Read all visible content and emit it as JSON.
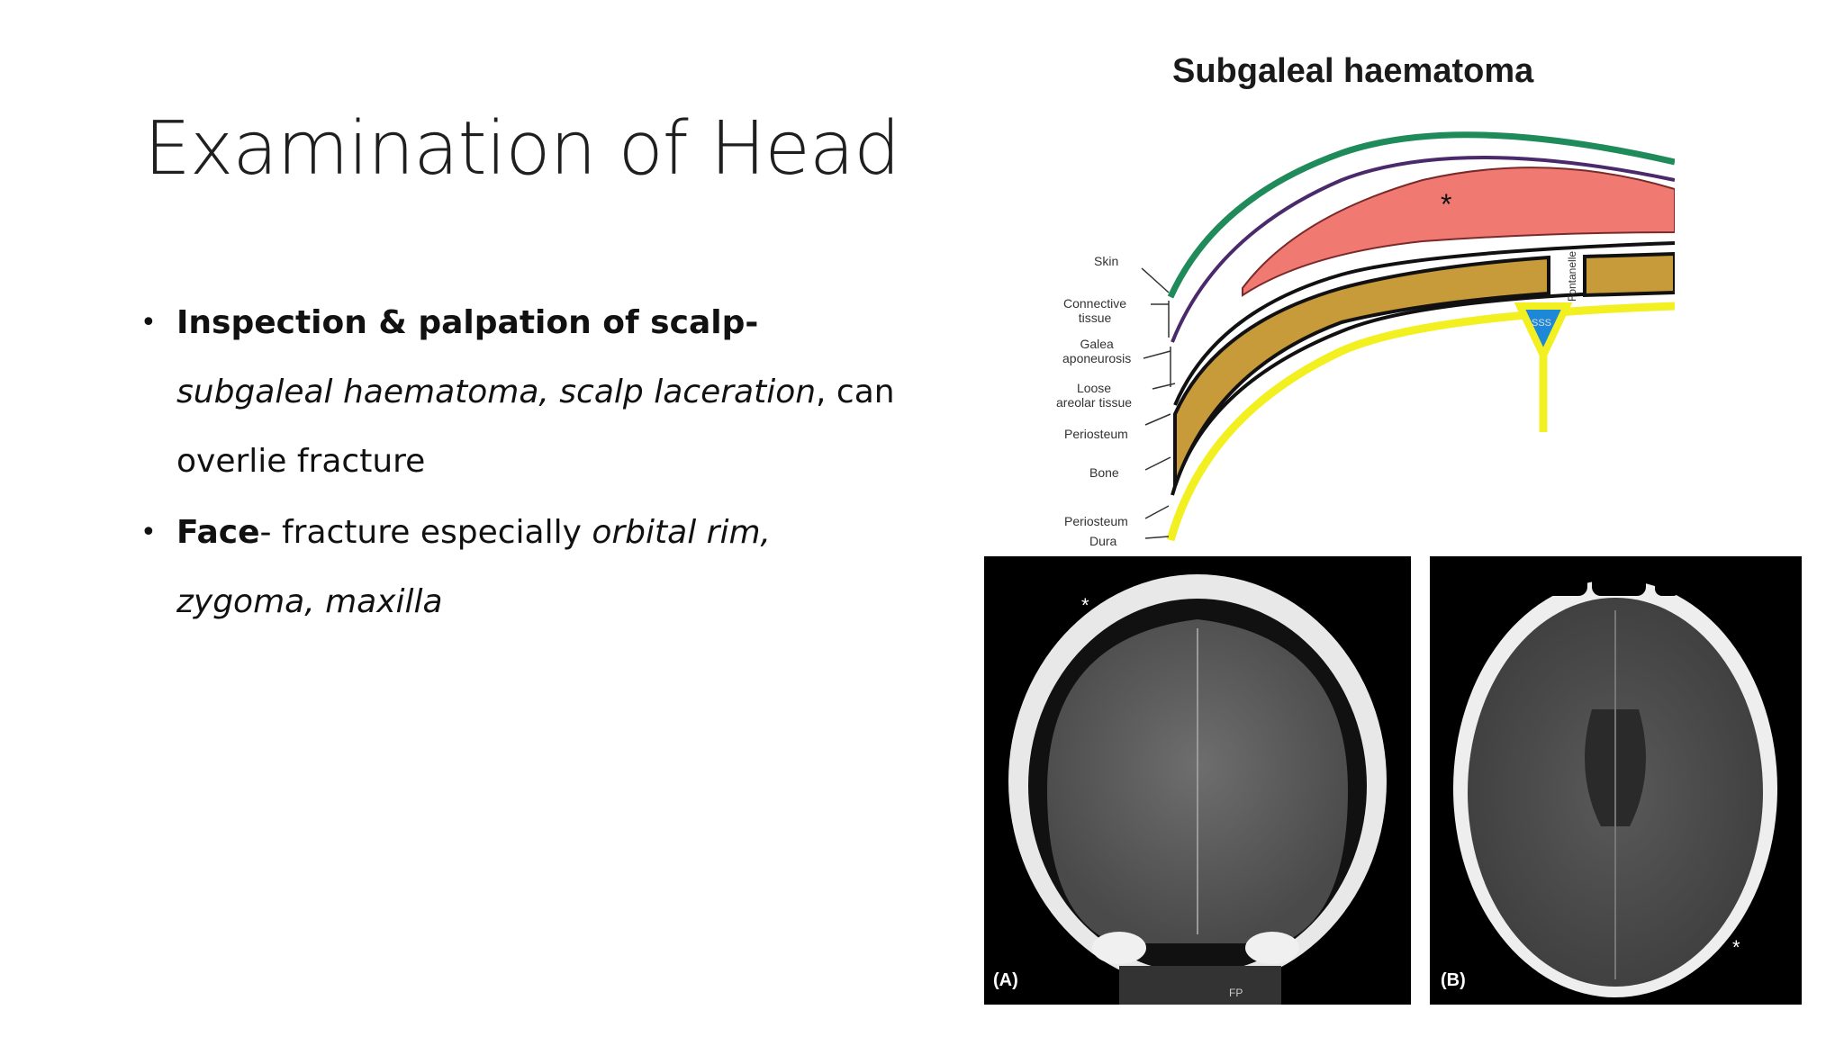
{
  "slide": {
    "title": "Examination of Head",
    "bullets": [
      {
        "segments": [
          {
            "text": "Inspection & palpation of scalp-",
            "style": "bold"
          },
          {
            "text": " ",
            "style": "normal"
          },
          {
            "text": "subgaleal haematoma, scalp laceration",
            "style": "italic"
          },
          {
            "text": ", can overlie fracture",
            "style": "normal"
          }
        ]
      },
      {
        "segments": [
          {
            "text": "Face",
            "style": "bold"
          },
          {
            "text": "- fracture especially ",
            "style": "normal"
          },
          {
            "text": "orbital rim, zygoma, maxilla",
            "style": "italic"
          }
        ]
      }
    ]
  },
  "diagram": {
    "title": "Subgaleal haematoma",
    "labels": {
      "skin": "Skin",
      "connective_1": "Connective",
      "connective_2": "tissue",
      "galea_1": "Galea",
      "galea_2": "aponeurosis",
      "loose_1": "Loose",
      "loose_2": "areolar tissue",
      "periosteum_top": "Periosteum",
      "bone": "Bone",
      "periosteum_bottom": "Periosteum",
      "dura": "Dura",
      "fontanelle": "Fontanelle",
      "sss": "SSS",
      "haematoma_mark": "*"
    },
    "colors": {
      "skin": "#1f8a5a",
      "galea": "#4a2a6a",
      "haematoma": "#f07a72",
      "bone": "#b8902e",
      "dura": "#f2f020",
      "sinus": "#1e88d8"
    }
  },
  "ct_images": {
    "a": {
      "label": "(A)",
      "marker": "*",
      "corner_text": "FP"
    },
    "b": {
      "label": "(B)",
      "marker": "*"
    }
  }
}
